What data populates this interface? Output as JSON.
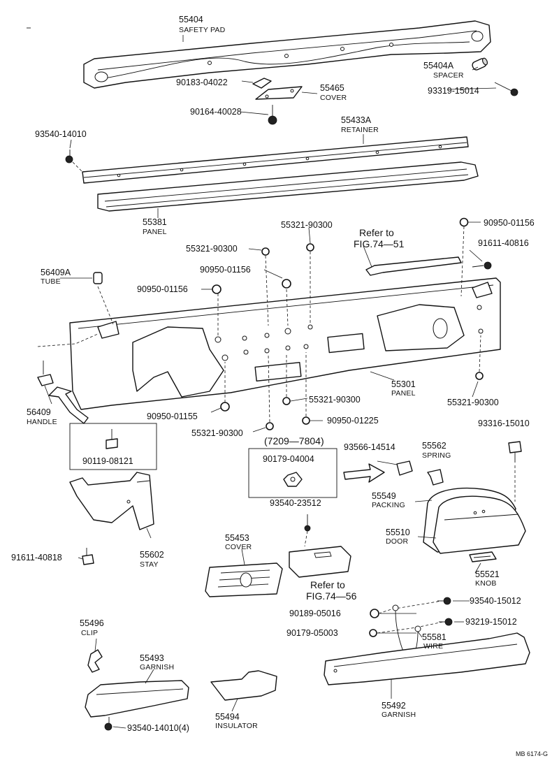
{
  "callouts": [
    {
      "number": "55404",
      "name": "SAFETY PAD"
    },
    {
      "number": "55404A",
      "name": "SPACER"
    },
    {
      "number": "90183-04022",
      "name": ""
    },
    {
      "number": "55465",
      "name": "COVER"
    },
    {
      "number": "93319-15014",
      "name": ""
    },
    {
      "number": "90164-40028",
      "name": ""
    },
    {
      "number": "93540-14010",
      "name": ""
    },
    {
      "number": "55433A",
      "name": "RETAINER"
    },
    {
      "number": "55381",
      "name": "PANEL"
    },
    {
      "number": "55321-90300",
      "name": ""
    },
    {
      "number": "90950-01156",
      "name": ""
    },
    {
      "number": "55321-90300",
      "name": ""
    },
    {
      "number": "90950-01156",
      "name": ""
    },
    {
      "number": "91611-40816",
      "name": ""
    },
    {
      "number": "56409A",
      "name": "TUBE"
    },
    {
      "number": "90950-01156",
      "name": ""
    },
    {
      "number": "56409",
      "name": "HANDLE"
    },
    {
      "number": "55301",
      "name": "PANEL"
    },
    {
      "number": "55321-90300",
      "name": ""
    },
    {
      "number": "55321-90300",
      "name": ""
    },
    {
      "number": "90950-01155",
      "name": ""
    },
    {
      "number": "90950-01225",
      "name": ""
    },
    {
      "number": "55321-90300",
      "name": ""
    },
    {
      "number": "90119-08121",
      "name": ""
    },
    {
      "number": "90179-04004",
      "name": ""
    },
    {
      "number": "93566-14514",
      "name": ""
    },
    {
      "number": "55562",
      "name": "SPRING"
    },
    {
      "number": "93316-15010",
      "name": ""
    },
    {
      "number": "55549",
      "name": "PACKING"
    },
    {
      "number": "93540-23512",
      "name": ""
    },
    {
      "number": "55510",
      "name": "DOOR"
    },
    {
      "number": "55602",
      "name": "STAY"
    },
    {
      "number": "91611-40818",
      "name": ""
    },
    {
      "number": "55453",
      "name": "COVER"
    },
    {
      "number": "55521",
      "name": "KNOB"
    },
    {
      "number": "93540-15012",
      "name": ""
    },
    {
      "number": "90189-05016",
      "name": ""
    },
    {
      "number": "93219-15012",
      "name": ""
    },
    {
      "number": "90179-05003",
      "name": ""
    },
    {
      "number": "55581",
      "name": "WIRE"
    },
    {
      "number": "55496",
      "name": "CLIP"
    },
    {
      "number": "55493",
      "name": "GARNISH"
    },
    {
      "number": "55492",
      "name": "GARNISH"
    },
    {
      "number": "55494",
      "name": "INSULATOR"
    },
    {
      "number": "93540-14010(4)",
      "name": ""
    }
  ],
  "references": [
    {
      "line1": "Refer to",
      "line2": "FIG.74—51"
    },
    {
      "line1": "Refer to",
      "line2": "FIG.74—56"
    }
  ],
  "date_range": "(7209—7804)",
  "drawing_code": "MB 6174-G"
}
